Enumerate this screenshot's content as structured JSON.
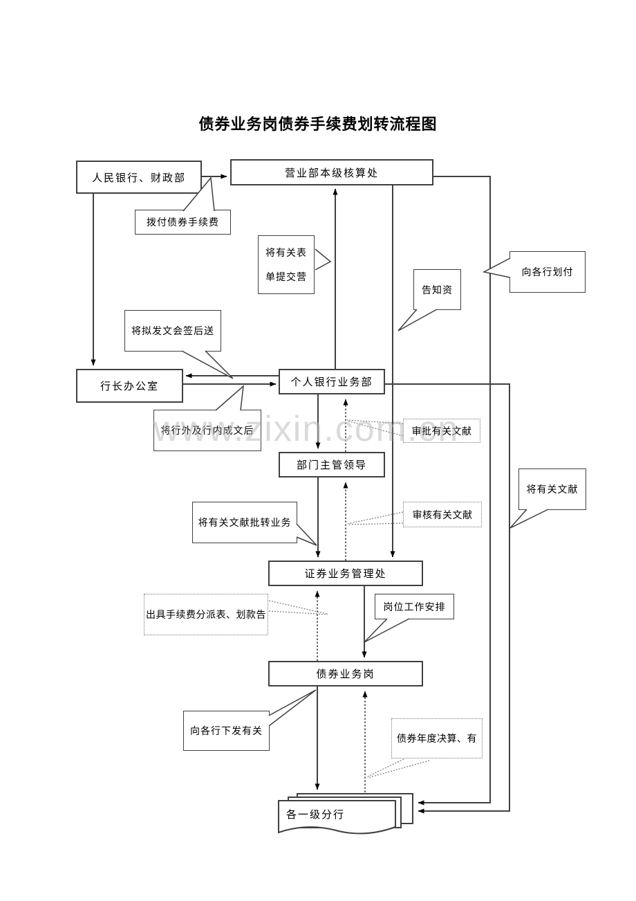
{
  "title": "债券业务岗债券手续费划转流程图",
  "watermark": "www.zixin.com.cn",
  "colors": {
    "line": "#3f3f3f",
    "dashed_note_border": "#7a7a7a",
    "watermark": "#bdbdbd",
    "background": "#ffffff"
  },
  "nodes": {
    "pbc": {
      "label": "人民银行、财政部"
    },
    "accounting": {
      "label": "营业部本级核算处"
    },
    "president_office": {
      "label": "行长办公室"
    },
    "personal_banking": {
      "label": "个人银行业务部"
    },
    "dept_head": {
      "label": "部门主管领导"
    },
    "securities_mgmt": {
      "label": "证券业务管理处"
    },
    "bond_post": {
      "label": "债券业务岗"
    },
    "branches": {
      "label": "各一级分行"
    }
  },
  "callouts": {
    "allocate_fee": {
      "label": "拨付债券手续费"
    },
    "submit_forms": {
      "line1": "将有关表",
      "line2": "单提交营"
    },
    "notify_funds": {
      "label": "告知资"
    },
    "transfer_to_branches": {
      "label": "向各行划付"
    },
    "countersign": {
      "label": "将拟发文会签后送"
    },
    "finalized_docs": {
      "label": "将行外及行内成文后"
    },
    "forward_docs": {
      "label": "将有关文献批转业务"
    },
    "related_docs": {
      "label": "将有关文献"
    },
    "work_arrangement": {
      "label": "岗位工作安排"
    },
    "issue_to_branches": {
      "label": "向各行下发有关"
    }
  },
  "dashed_notes": {
    "approve_docs": {
      "label": "审批有关文献"
    },
    "review_docs": {
      "label": "审核有关文献"
    },
    "issue_fee_table": {
      "label": "出具手续费分派表、划款告"
    },
    "annual_settlement": {
      "label": "债券年度决算、有"
    }
  }
}
